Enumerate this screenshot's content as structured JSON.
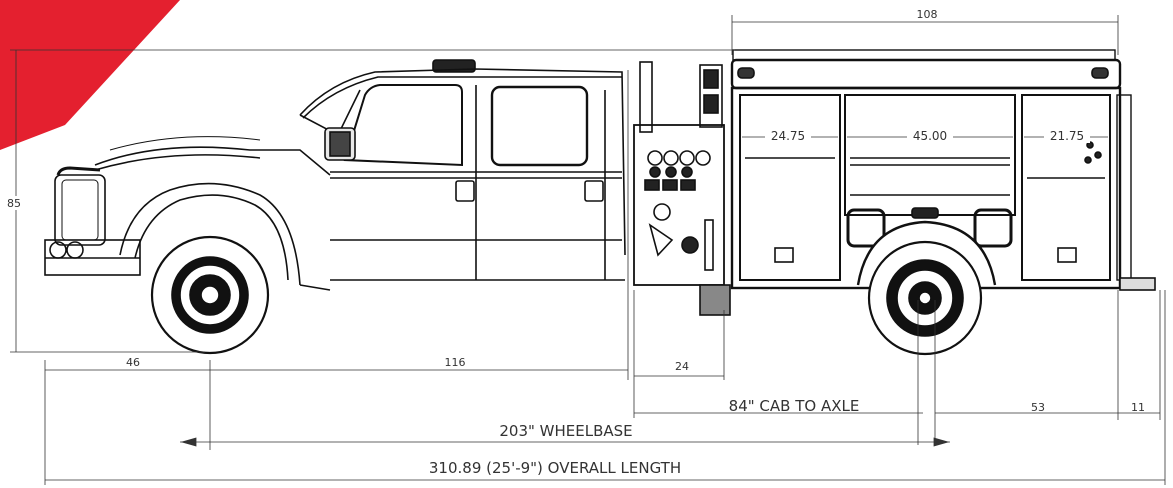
{
  "dimensions": {
    "body_length": "108",
    "compartment_left": "24.75",
    "compartment_mid": "45.00",
    "compartment_right": "21.75",
    "height": "85",
    "front_overhang": "46",
    "wheelbase_segment": "116",
    "pump_panel": "24",
    "cab_to_axle": "84\" CAB TO AXLE",
    "rear_to_axle": "53",
    "rear_step": "11",
    "wheelbase": "203\" WHEELBASE",
    "overall_length": "310.89 (25'-9\") OVERALL LENGTH"
  },
  "colors": {
    "corner_accent": "#e4202f",
    "line": "#111111",
    "dimension_line": "#333333",
    "background": "#ffffff"
  }
}
